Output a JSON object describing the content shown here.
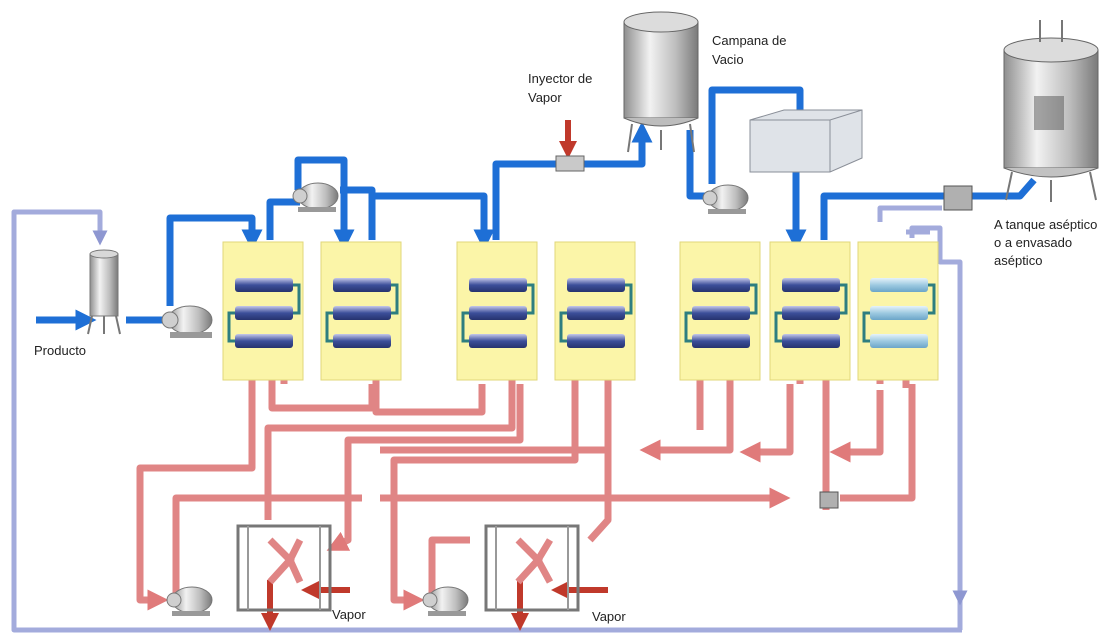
{
  "labels": {
    "producto": "Producto",
    "inyector_line1": "Inyector de",
    "inyector_line2": "Vapor",
    "campana_line1": "Campana de",
    "campana_line2": "Vacio",
    "tanque_line1": "A tanque aséptico",
    "tanque_line2": "o a envasado",
    "tanque_line3": "aséptico",
    "vapor_left": "Vapor",
    "vapor_right": "Vapor"
  },
  "colors": {
    "product_line": "#1e6fd6",
    "heating_line": "#e07a7a",
    "steam_line": "#c0392b",
    "return_line": "#9aa3d8",
    "exchanger_panel": "#fbf5a8",
    "tube_dark": "#3c4f9a",
    "tube_light": "#9ecae1"
  },
  "icons": {
    "pump": "pump-icon",
    "tank": "tank-icon",
    "exchanger": "heat-exchanger-icon",
    "injector": "steam-injector-icon",
    "valve": "valve-icon"
  }
}
